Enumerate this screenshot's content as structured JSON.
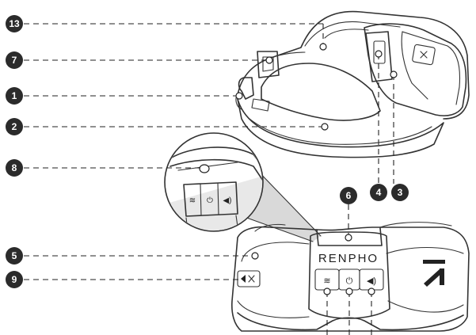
{
  "brand": "RENPHO",
  "callouts": [
    {
      "label": "13"
    },
    {
      "label": "7"
    },
    {
      "label": "1"
    },
    {
      "label": "2"
    },
    {
      "label": "8"
    },
    {
      "label": "4"
    },
    {
      "label": "3"
    },
    {
      "label": "6"
    },
    {
      "label": "5"
    },
    {
      "label": "9"
    }
  ],
  "buttons": [
    {
      "icon": "heat-icon"
    },
    {
      "icon": "power-icon"
    },
    {
      "icon": "sound-icon"
    }
  ],
  "colors": {
    "badge": "#2b2b2b",
    "line": "#333333",
    "panel": "#d9d9d9"
  }
}
